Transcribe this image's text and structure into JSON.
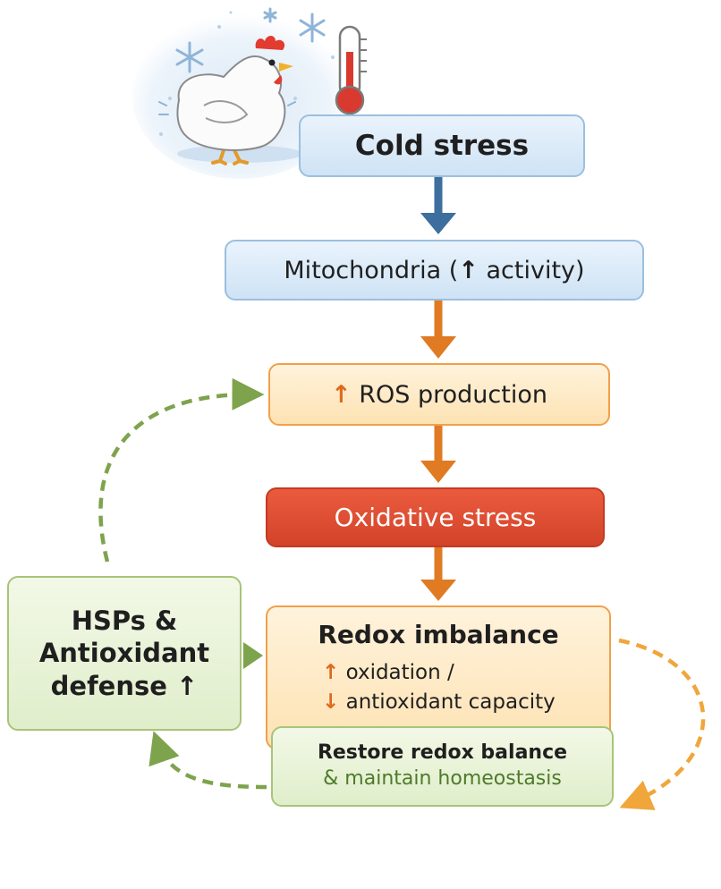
{
  "nodes": {
    "cold_stress": "Cold stress",
    "mitochondria": {
      "label": "Mitochondria",
      "arrow": "↑",
      "suffix": "activity"
    },
    "ros": {
      "arrow": "↑",
      "label": "ROS production"
    },
    "oxidative_stress": "Oxidative stress",
    "redox_imbalance": {
      "title": "Redox imbalance",
      "line1_arrow": "↑",
      "line1": "oxidation /",
      "line2_arrow": "↓",
      "line2": "antioxidant capacity"
    },
    "restore": {
      "title": "Restore redox balance",
      "subtitle": "& maintain homeostasis"
    },
    "hsp": {
      "line1": "HSPs &",
      "line2": "Antioxidant",
      "line3": "defense",
      "arrow": "↑"
    }
  },
  "colors": {
    "blue_arrow": "#3d6e9d",
    "orange_arrow": "#e07a23",
    "yellow_orange_arrow": "#f0a63a",
    "green_arrow": "#7ea34d",
    "oxidative_fill": "#d9492f"
  },
  "illustration": {
    "subject": "chicken-in-cold-icon",
    "thermometer": "thermometer-icon",
    "snowflakes": "snowflake-icon"
  }
}
